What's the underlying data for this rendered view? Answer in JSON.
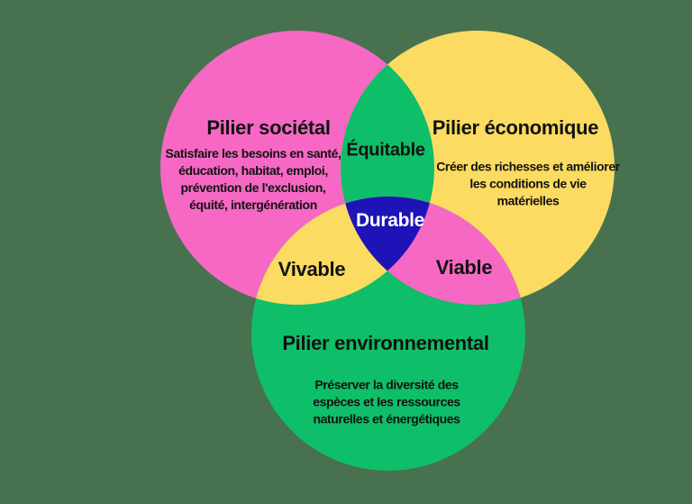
{
  "background_color": "#48714F",
  "text_color": "#121212",
  "diagram": {
    "type": "venn",
    "circles": {
      "societal": {
        "title": "Pilier sociétal",
        "description": "Satisfaire les besoins en santé,\néducation, habitat, emploi,\nprévention de l'exclusion,\néquité, intergénération",
        "color": "#F668C4"
      },
      "economique": {
        "title": "Pilier économique",
        "description": "Créer des richesses et améliorer\nles conditions de vie\nmatérielles",
        "color": "#FBDB61"
      },
      "environnemental": {
        "title": "Pilier environnemental",
        "description": "Préserver la diversité des\nespèces et les ressources\nnaturelles et énergétiques",
        "color": "#0FBE69"
      }
    },
    "intersections": {
      "equitable": {
        "label": "Équitable",
        "color": "#0FBE69"
      },
      "vivable": {
        "label": "Vivable",
        "color": "#FBDB61"
      },
      "viable": {
        "label": "Viable",
        "color": "#F668C4"
      },
      "durable": {
        "label": "Durable",
        "color": "#1E13B7",
        "text_color": "#FFFFFF"
      }
    }
  }
}
